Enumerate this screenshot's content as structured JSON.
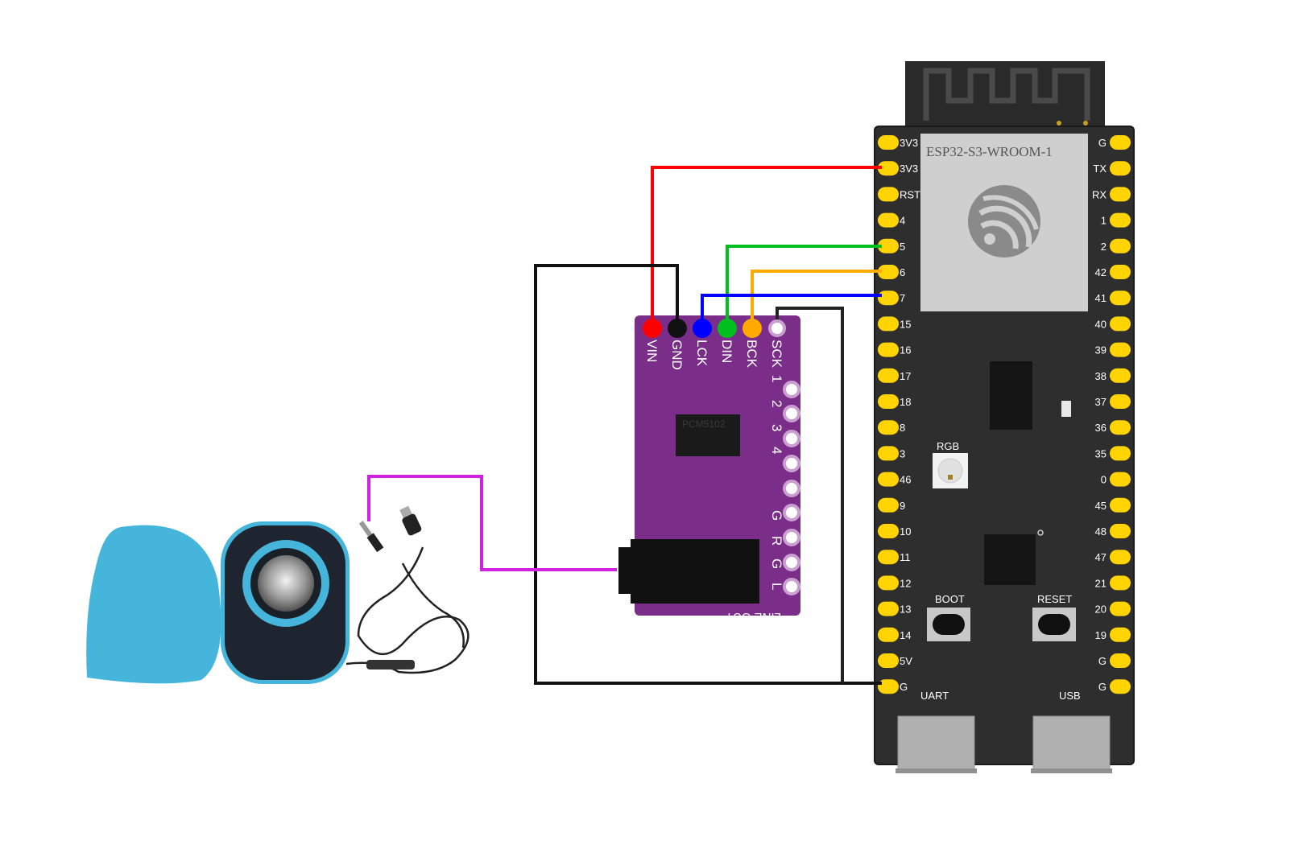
{
  "colors": {
    "vin": "#ff0000",
    "gnd": "#111111",
    "lck": "#0000ff",
    "din": "#00c020",
    "bck": "#ffaa00",
    "sck": "#222222",
    "audio": "#d020e0",
    "board": "#2e2e2e",
    "pin": "#ffd400",
    "dac": "#7a2e8a",
    "speaker": "#45b5dc"
  },
  "esp32": {
    "module_label": "ESP32-S3-WROOM-1",
    "logo_icon": "espressif-logo-icon",
    "left_pins": [
      "3V3",
      "3V3",
      "RST",
      "4",
      "5",
      "6",
      "7",
      "15",
      "16",
      "17",
      "18",
      "8",
      "3",
      "46",
      "9",
      "10",
      "11",
      "12",
      "13",
      "14",
      "5V",
      "G"
    ],
    "right_pins": [
      "G",
      "TX",
      "RX",
      "1",
      "2",
      "42",
      "41",
      "40",
      "39",
      "38",
      "37",
      "36",
      "35",
      "0",
      "45",
      "48",
      "47",
      "21",
      "20",
      "19",
      "G",
      "G"
    ],
    "rgb_label": "RGB",
    "boot_label": "BOOT",
    "reset_label": "RESET",
    "uart_label": "UART",
    "usb_label": "USB"
  },
  "dac": {
    "chip_label": "PCM5102",
    "header_pins": [
      "VIN",
      "GND",
      "LCK",
      "DIN",
      "BCK",
      "SCK"
    ],
    "side_labels": [
      "1",
      "2",
      "3",
      "4",
      "G",
      "R",
      "G",
      "L"
    ],
    "line_out_label": "LINE OUT"
  },
  "speaker": {
    "icon": "speaker-icon"
  }
}
